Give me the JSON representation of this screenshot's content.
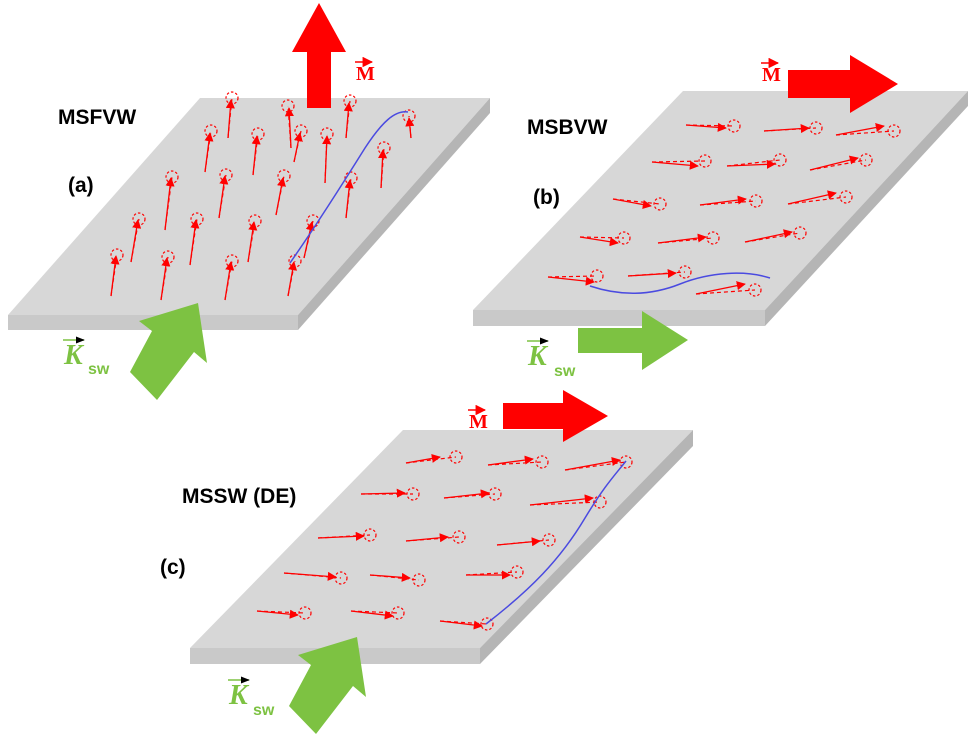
{
  "colors": {
    "slab_top": "#d7d7d7",
    "slab_front": "#c9c9c9",
    "slab_side": "#b5b5b5",
    "magnet_arrow": "#ff0000",
    "spin": "#ff0000",
    "wave_arrow": "#7dc242",
    "wave_line": "#4a4ae0",
    "label": "#000000"
  },
  "symbols": {
    "magnetization": "M",
    "wavevector": "K",
    "wavevector_subscript": "sw"
  },
  "panels": [
    {
      "id": "a",
      "mode": "MSFVW",
      "letter": "(a)"
    },
    {
      "id": "b",
      "mode": "MSBVW",
      "letter": "(b)"
    },
    {
      "id": "c",
      "mode": "MSSW (DE)",
      "letter": "(c)"
    }
  ]
}
